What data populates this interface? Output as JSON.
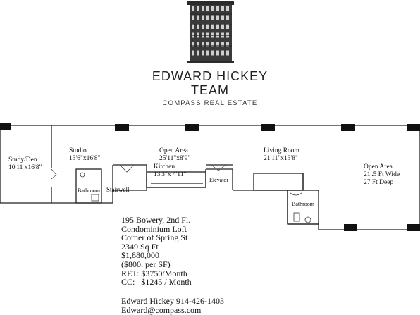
{
  "brand": {
    "name_line1": "EDWARD HICKEY",
    "name_line2": "TEAM",
    "subtitle": "COMPASS REAL ESTATE",
    "logo_icon": "building-icon"
  },
  "rooms": {
    "study": {
      "name": "Study/Den",
      "dims": "10'11 x16'8\""
    },
    "studio": {
      "name": "Studio",
      "dims": "13'6\"x16'8\""
    },
    "open_area_center": {
      "name": "Open Area",
      "dims": "25'11\"x8'9\""
    },
    "kitchen": {
      "name": "Kitchen",
      "dims": "13'3\"x 4'11\""
    },
    "living_room": {
      "name": "Living Room",
      "dims": "21'11\"x13'8\""
    },
    "open_area_right": {
      "name": "Open Area",
      "line2": "21'.5 Ft Wide",
      "line3": "27 Ft Deep"
    },
    "bathroom_left": "Bathroom",
    "stairwell": "Stairwell",
    "elevator": "Elevator",
    "bathroom_right": "Bathroom"
  },
  "listing": {
    "address": "195 Bowery, 2nd Fl.",
    "type": "Condominium Loft",
    "corner": "Corner of Spring St",
    "size": "2349 Sq Ft",
    "price": "$1,880,000",
    "per_sf": "($800. per SF)",
    "ret": "RET: $3750/Month",
    "cc": "CC:   $1245 / Month"
  },
  "contact": {
    "name_phone": "Edward Hickey 914-426-1403",
    "email": "Edward@compass.com"
  }
}
